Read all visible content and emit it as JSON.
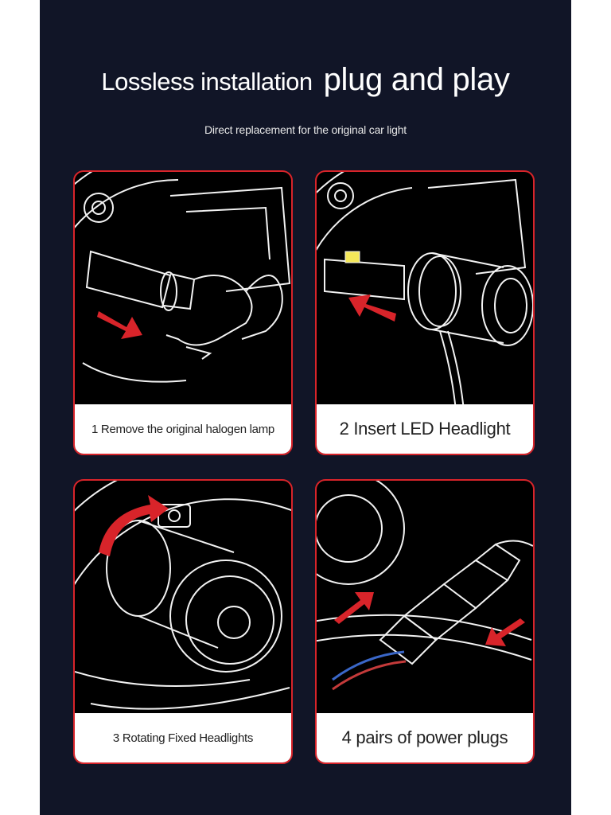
{
  "header": {
    "title_part1": "Lossless installation",
    "title_part2": "plug and play",
    "subtitle": "Direct replacement for the original car light"
  },
  "steps": [
    {
      "caption": "1 Remove the original halogen lamp"
    },
    {
      "caption": "2 Insert LED Headlight"
    },
    {
      "caption": "3 Rotating Fixed Headlights"
    },
    {
      "caption": "4 pairs of power plugs"
    }
  ],
  "colors": {
    "background": "#111527",
    "accent": "#d8242a",
    "caption_bg": "#ffffff"
  }
}
